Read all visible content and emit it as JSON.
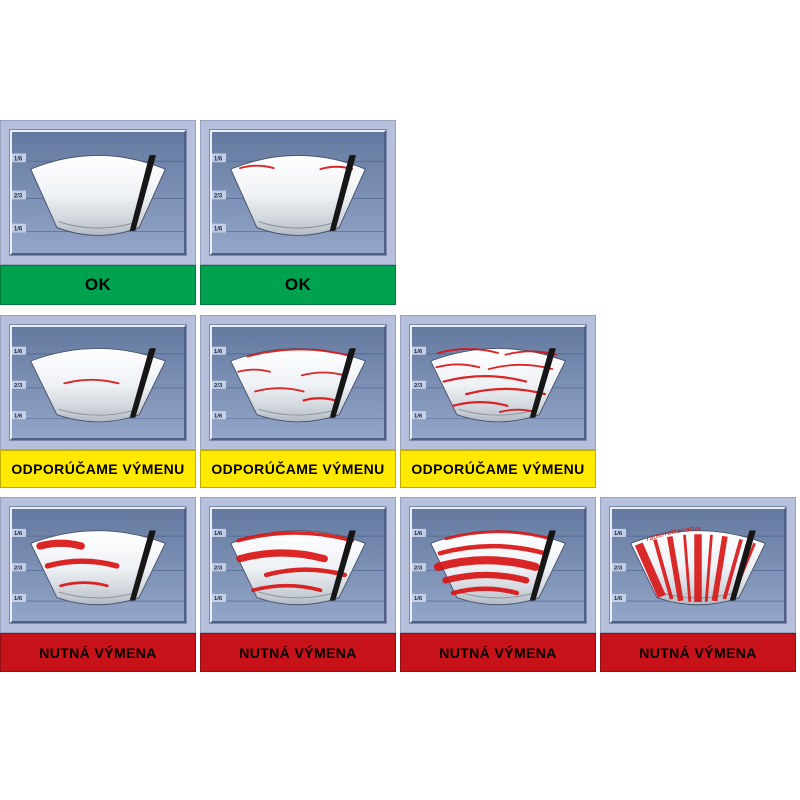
{
  "poster": {
    "background": "#ffffff",
    "description_visible_text_only": true
  },
  "zone_labels": [
    "1/6",
    "2/3",
    "1/6"
  ],
  "statuses": {
    "ok": {
      "label": "OK",
      "color": "#00a24f",
      "text_color": "#000000"
    },
    "recommend": {
      "label": "ODPORÚČAME VÝMENU",
      "color": "#ffe900",
      "text_color": "#000000"
    },
    "required": {
      "label": "NUTNÁ VÝMENA",
      "color": "#c61218",
      "text_color": "#000000"
    }
  },
  "rows": [
    {
      "status": "ok",
      "cells": [
        {
          "severity": 0
        },
        {
          "severity": 1
        }
      ]
    },
    {
      "status": "recommend",
      "cells": [
        {
          "severity": 2
        },
        {
          "severity": 3
        },
        {
          "severity": 4
        }
      ]
    },
    {
      "status": "required",
      "cells": [
        {
          "severity": 5
        },
        {
          "severity": 6
        },
        {
          "severity": 7
        },
        {
          "severity": 8,
          "smear_text": "ratterratterratter"
        }
      ]
    }
  ],
  "colors": {
    "cell_bg": "#b6c0dc",
    "panel_top": "#64799f",
    "panel_bottom": "#93a6c9",
    "streak": "#d81414",
    "blade": "#161616"
  }
}
